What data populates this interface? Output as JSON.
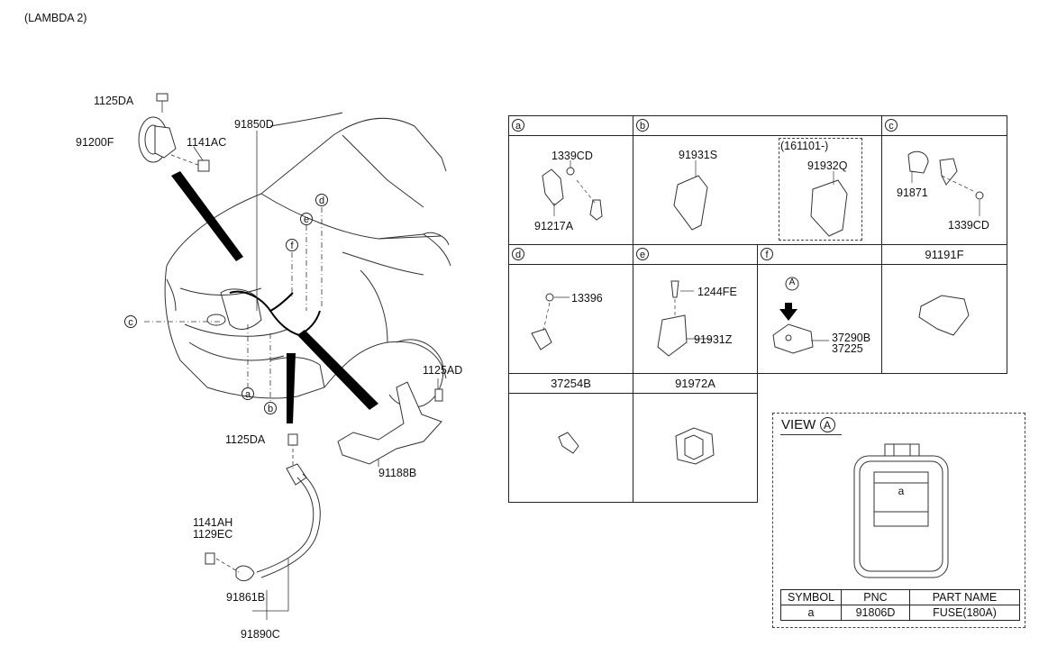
{
  "page_label": "(LAMBDA 2)",
  "left_labels": {
    "p1125DA_top": "1125DA",
    "p91200F": "91200F",
    "p1141AC": "1141AC",
    "p91850D": "91850D",
    "p1125AD": "1125AD",
    "p1125DA_bottom": "1125DA",
    "p91188B": "91188B",
    "p1141AH": "1141AH",
    "p1129EC": "1129EC",
    "p91861B": "91861B",
    "p91890C": "91890C"
  },
  "callouts": {
    "a": "a",
    "b": "b",
    "c": "c",
    "d": "d",
    "e": "e",
    "f": "f"
  },
  "grid": {
    "row1": {
      "a": {
        "letter": "a",
        "parts": [
          "1339CD",
          "91217A"
        ]
      },
      "b": {
        "letter": "b",
        "parts": [
          "91931S"
        ],
        "dashed_note": "(161101-)",
        "dashed_part": "91932Q"
      },
      "c": {
        "letter": "c",
        "parts": [
          "91871",
          "1339CD"
        ]
      }
    },
    "row2": {
      "d": {
        "letter": "d",
        "parts": [
          "13396"
        ]
      },
      "e": {
        "letter": "e",
        "parts": [
          "1244FE",
          "91931Z"
        ]
      },
      "f": {
        "letter": "f",
        "view_letter": "A",
        "parts": [
          "37290B",
          "37225"
        ]
      },
      "g": {
        "header": "91191F"
      }
    },
    "row3": {
      "h": {
        "header": "37254B"
      },
      "i": {
        "header": "91972A"
      }
    }
  },
  "view": {
    "title": "VIEW",
    "letter": "A",
    "fuse_symbol": "a",
    "table_headers": [
      "SYMBOL",
      "PNC",
      "PART NAME"
    ],
    "table_row": [
      "a",
      "91806D",
      "FUSE(180A)"
    ]
  }
}
